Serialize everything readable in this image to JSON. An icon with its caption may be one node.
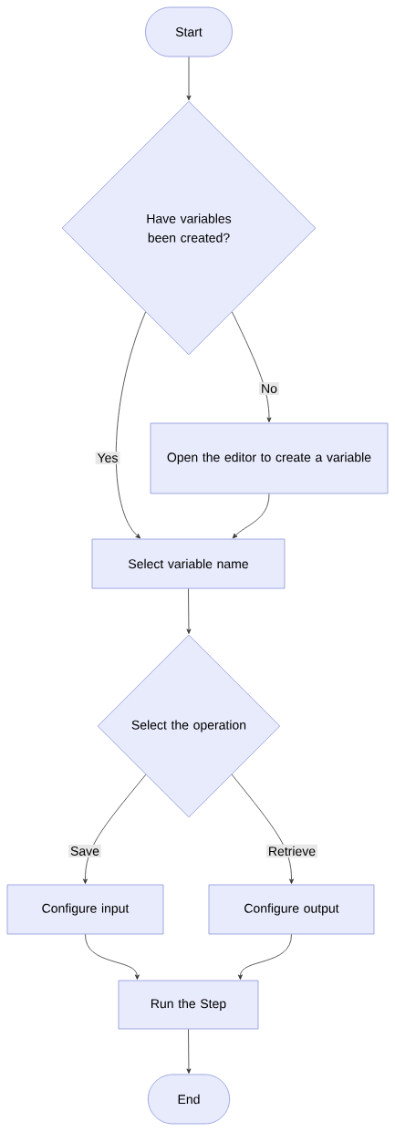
{
  "diagram": {
    "nodes": [
      {
        "text": [
          "Start"
        ]
      },
      {
        "text": [
          "Have variables been created?"
        ]
      },
      {
        "text": [
          "Open the editor to create a variable"
        ]
      },
      {
        "text": [
          "Select variable name"
        ]
      },
      {
        "text": [
          "Select the operation"
        ]
      },
      {
        "text": [
          "Configure input"
        ]
      },
      {
        "text": [
          "Configure output"
        ]
      },
      {
        "text": [
          "Run the Step"
        ]
      },
      {
        "text": [
          "End"
        ]
      }
    ],
    "edges": [
      {
        "from": 0,
        "to": 1,
        "arrow": "to"
      },
      {
        "from": 1,
        "to": 3,
        "label": "Yes",
        "arrow": "to"
      },
      {
        "from": 1,
        "to": 2,
        "label": "No",
        "arrow": "to"
      },
      {
        "from": 2,
        "to": 3,
        "arrow": "to"
      },
      {
        "from": 3,
        "to": 4,
        "arrow": "to"
      },
      {
        "from": 4,
        "to": 5,
        "label": "Save",
        "arrow": "to"
      },
      {
        "from": 4,
        "to": 6,
        "label": "Retrieve",
        "arrow": "to"
      },
      {
        "from": 5,
        "to": 7,
        "arrow": "to"
      },
      {
        "from": 6,
        "to": 7,
        "arrow": "to"
      },
      {
        "from": 7,
        "to": 8,
        "arrow": "to"
      }
    ]
  }
}
